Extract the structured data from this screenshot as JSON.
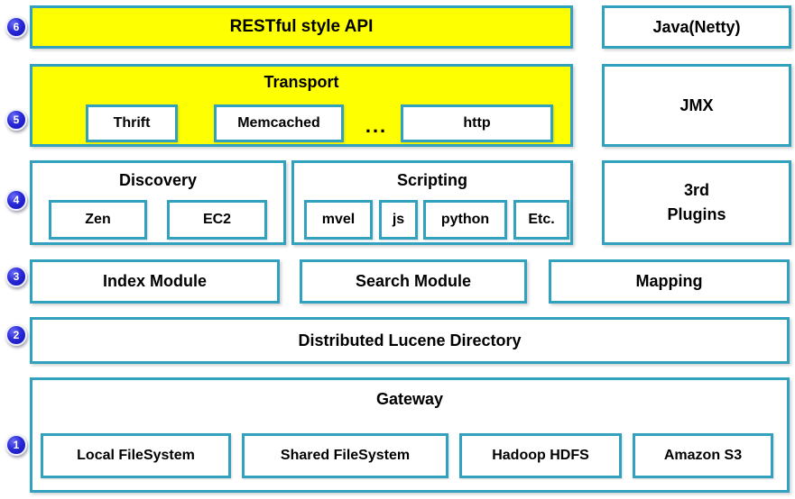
{
  "colors": {
    "border_teal": "#31A1BD",
    "fill_yellow": "#FEFF00",
    "badge_blue": "#2a2ad8",
    "text": "#000000"
  },
  "badges": {
    "n1": "1",
    "n2": "2",
    "n3": "3",
    "n4": "4",
    "n5": "5",
    "n6": "6"
  },
  "layers": {
    "restful_api": "RESTful style API",
    "java_netty": "Java(Netty)",
    "transport": {
      "title": "Transport",
      "thrift": "Thrift",
      "memcached": "Memcached",
      "dots": "...",
      "http": "http"
    },
    "jmx": "JMX",
    "discovery": {
      "title": "Discovery",
      "zen": "Zen",
      "ec2": "EC2"
    },
    "scripting": {
      "title": "Scripting",
      "mvel": "mvel",
      "js": "js",
      "python": "python",
      "etc": "Etc."
    },
    "third_plugins": {
      "line1": "3rd",
      "line2": "Plugins"
    },
    "index_module": "Index Module",
    "search_module": "Search Module",
    "mapping": "Mapping",
    "lucene_directory": "Distributed Lucene Directory",
    "gateway": {
      "title": "Gateway",
      "local_fs": "Local FileSystem",
      "shared_fs": "Shared FileSystem",
      "hadoop_hdfs": "Hadoop HDFS",
      "amazon_s3": "Amazon S3"
    }
  }
}
